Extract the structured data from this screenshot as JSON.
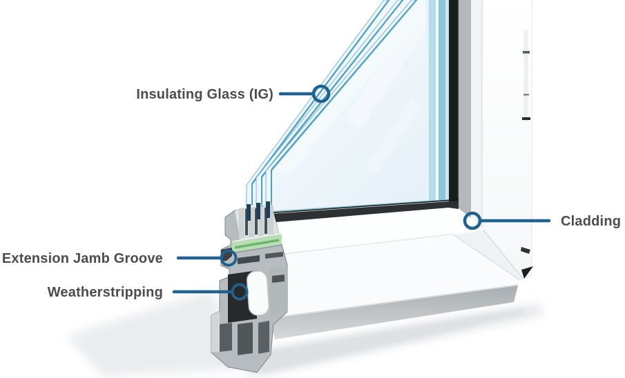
{
  "diagram": {
    "type": "labeled-illustration",
    "subject": "window-corner-cross-section",
    "labels": {
      "insulating_glass": "Insulating Glass (IG)",
      "cladding": "Cladding",
      "extension_jamb_groove": "Extension Jamb Groove",
      "weatherstripping": "Weatherstripping"
    },
    "colors": {
      "leader_blue": "#20618F",
      "label_text": "#4A4C4E",
      "glass_face": "#EDF5FA",
      "glass_edge_teal": "#4D9FC0",
      "glazing_black": "#1A1C1E",
      "frame_white": "#FCFDFE",
      "profile_gray": "#B7BCC0",
      "gasket_green": "#B7DFB1",
      "background": "#FFFFFF"
    }
  }
}
